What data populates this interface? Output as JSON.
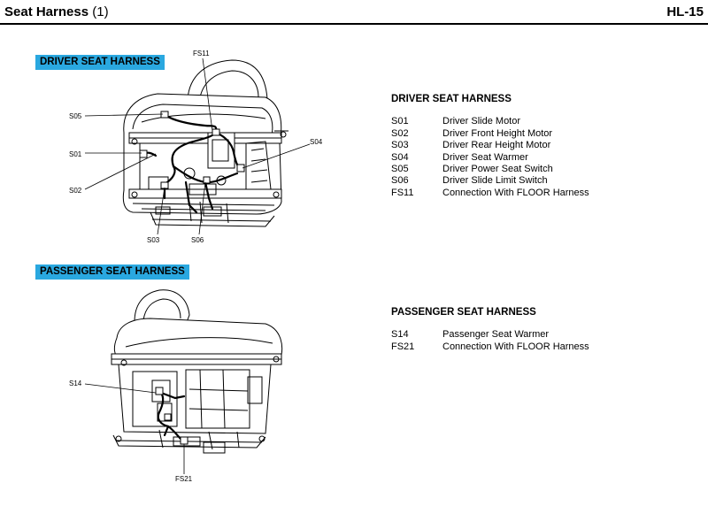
{
  "header": {
    "title": "Seat Harness",
    "title_number": "(1)",
    "page_code": "HL-15"
  },
  "driver": {
    "section_label": "DRIVER SEAT HARNESS",
    "legend_title": "DRIVER SEAT HARNESS",
    "items": [
      {
        "code": "S01",
        "desc": "Driver Slide Motor"
      },
      {
        "code": "S02",
        "desc": "Driver Front Height Motor"
      },
      {
        "code": "S03",
        "desc": "Driver Rear Height Motor"
      },
      {
        "code": "S04",
        "desc": "Driver Seat Warmer"
      },
      {
        "code": "S05",
        "desc": "Driver Power Seat Switch"
      },
      {
        "code": "S06",
        "desc": "Driver Slide Limit Switch"
      },
      {
        "code": "FS11",
        "desc": "Connection With FLOOR Harness"
      }
    ],
    "callouts": {
      "fs11": "FS11",
      "s05": "S05",
      "s04": "S04",
      "s01": "S01",
      "s02": "S02",
      "s03": "S03",
      "s06": "S06"
    }
  },
  "passenger": {
    "section_label": "PASSENGER SEAT HARNESS",
    "legend_title": "PASSENGER SEAT HARNESS",
    "items": [
      {
        "code": "S14",
        "desc": "Passenger Seat Warmer"
      },
      {
        "code": "FS21",
        "desc": "Connection With FLOOR Harness"
      }
    ],
    "callouts": {
      "s14": "S14",
      "fs21": "FS21"
    }
  }
}
